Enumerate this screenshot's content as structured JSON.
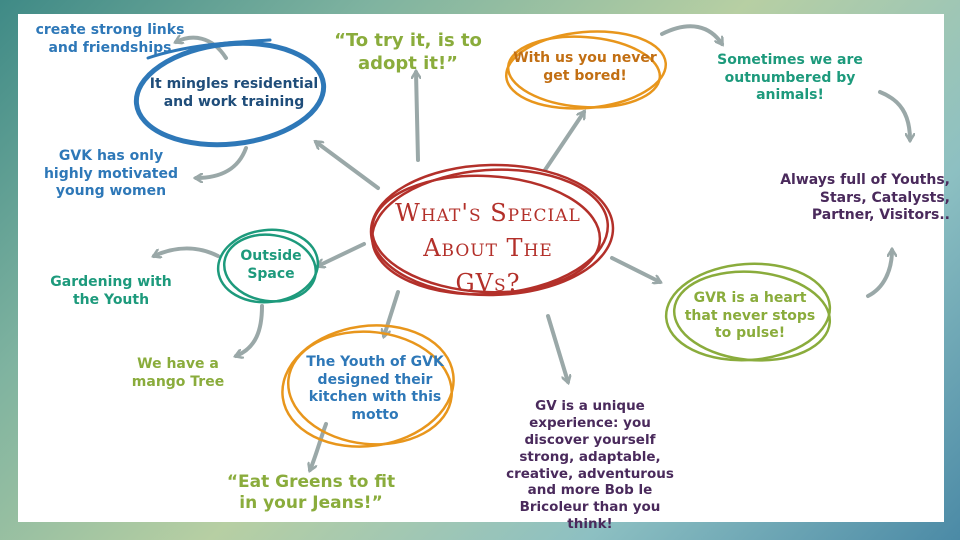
{
  "center": {
    "line1": "What's Special",
    "line2": "About The GVs?"
  },
  "nodes": {
    "mingles": "It mingles residential and work training",
    "friendships": "create strong links and friendships",
    "motivated": "GVK has  only highly motivated young women",
    "adopt": "“To try it, is to adopt it!”",
    "bored": "With us you never get bored!",
    "animals": "Sometimes we are outnumbered by animals!",
    "youths": "Always full of Youths, Stars, Catalysts, Partner, Visitors..",
    "heart": "GVR is a heart that never stops to pulse!",
    "unique": "GV is a unique experience: you discover yourself strong, adaptable, creative, adventurous and more Bob le Bricoleur than you think!",
    "kitchen": "The Youth of GVK designed their kitchen with this motto",
    "greens": "“Eat Greens to fit in your Jeans!”",
    "mango": "We have a mango Tree",
    "outside": "Outside Space",
    "gardening": "Gardening with the Youth"
  },
  "colors": {
    "blue": "#2e78b8",
    "lime": "#8aac3c",
    "teal": "#1d9a7c",
    "purple": "#4a2a5c",
    "orange": "#e8961c",
    "red": "#b3302a",
    "arrow": "#9aa8a8"
  }
}
